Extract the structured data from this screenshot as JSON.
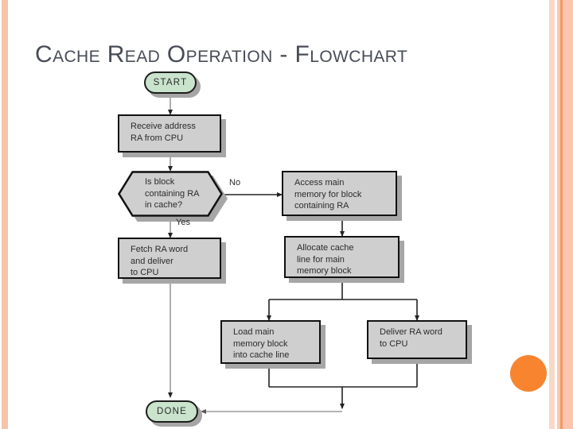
{
  "slide": {
    "title": "Cache Read Operation - Flowchart",
    "background_color": "#FFFFFF",
    "title_color": "#474C57",
    "accent_color": "#F8842F",
    "stripe_color": "#F7C3AC"
  },
  "flowchart": {
    "nodes": [
      {
        "id": "start",
        "type": "terminator",
        "label": "START"
      },
      {
        "id": "receive",
        "type": "process",
        "label": "Receive address\nRA from CPU"
      },
      {
        "id": "decision",
        "type": "decision",
        "label": "Is block\ncontaining RA\nin cache?"
      },
      {
        "id": "access",
        "type": "process",
        "label": "Access main\nmemory for block\ncontaining RA"
      },
      {
        "id": "fetch",
        "type": "process",
        "label": "Fetch RA word\nand deliver\nto CPU"
      },
      {
        "id": "allocate",
        "type": "process",
        "label": "Allocate cache\nline for main\nmemory block"
      },
      {
        "id": "load",
        "type": "process",
        "label": "Load main\nmemory block\ninto cache line"
      },
      {
        "id": "deliver",
        "type": "process",
        "label": "Deliver RA word\nto CPU"
      },
      {
        "id": "done",
        "type": "terminator",
        "label": "DONE"
      }
    ],
    "edge_labels": {
      "yes": "Yes",
      "no": "No"
    },
    "node_fill": "#CFCFCF",
    "terminator_fill": "#C9E3CC",
    "shadow_color": "#A6A6A6"
  }
}
